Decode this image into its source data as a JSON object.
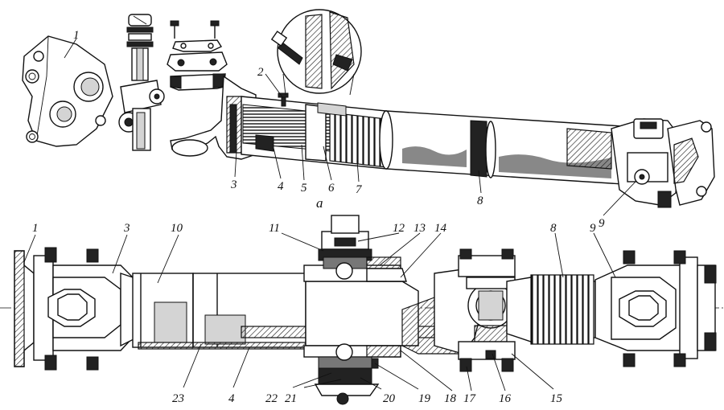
{
  "figure": {
    "sub_label_a": "a",
    "top_callouts": [
      "1",
      "2",
      "3",
      "4",
      "5",
      "6",
      "7",
      "8",
      "9"
    ],
    "bottom_callouts": [
      "1",
      "3",
      "10",
      "11",
      "12",
      "13",
      "14",
      "8",
      "9",
      "23",
      "4",
      "22",
      "21",
      "20",
      "19",
      "18",
      "17",
      "16",
      "15"
    ]
  }
}
